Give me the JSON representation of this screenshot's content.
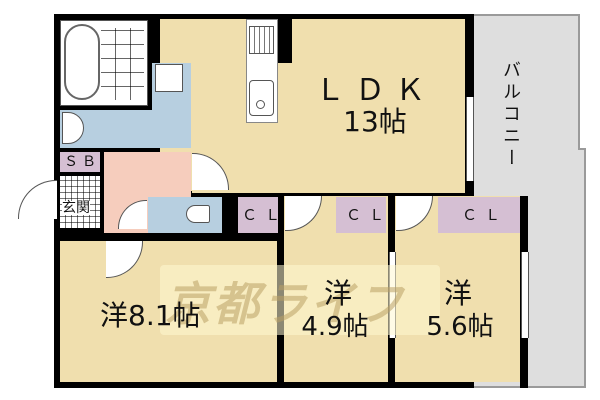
{
  "floorplan": {
    "rooms": {
      "ldk": {
        "name": "ＬＤＫ",
        "size": "13帖"
      },
      "bedroom_1": {
        "name": "洋8.1帖"
      },
      "bedroom_2": {
        "name": "洋",
        "size": "4.9帖"
      },
      "bedroom_3": {
        "name": "洋",
        "size": "5.6帖"
      },
      "closet_1": {
        "name": "ＣＬ"
      },
      "closet_2": {
        "name": "ＣＬ"
      },
      "closet_3": {
        "name": "ＣＬ"
      },
      "shoe_box": {
        "name": "ＳＢ"
      },
      "entrance": {
        "name": "玄関"
      },
      "balcony": {
        "name": "バルコニー"
      }
    },
    "watermark": "京都ライフ",
    "colors": {
      "living": "#f0dfae",
      "wet_area": "#b7cfe0",
      "hallway": "#f6cdbd",
      "closet": "#d5bfd3",
      "balcony": "#dedede",
      "wall": "#000000"
    }
  }
}
